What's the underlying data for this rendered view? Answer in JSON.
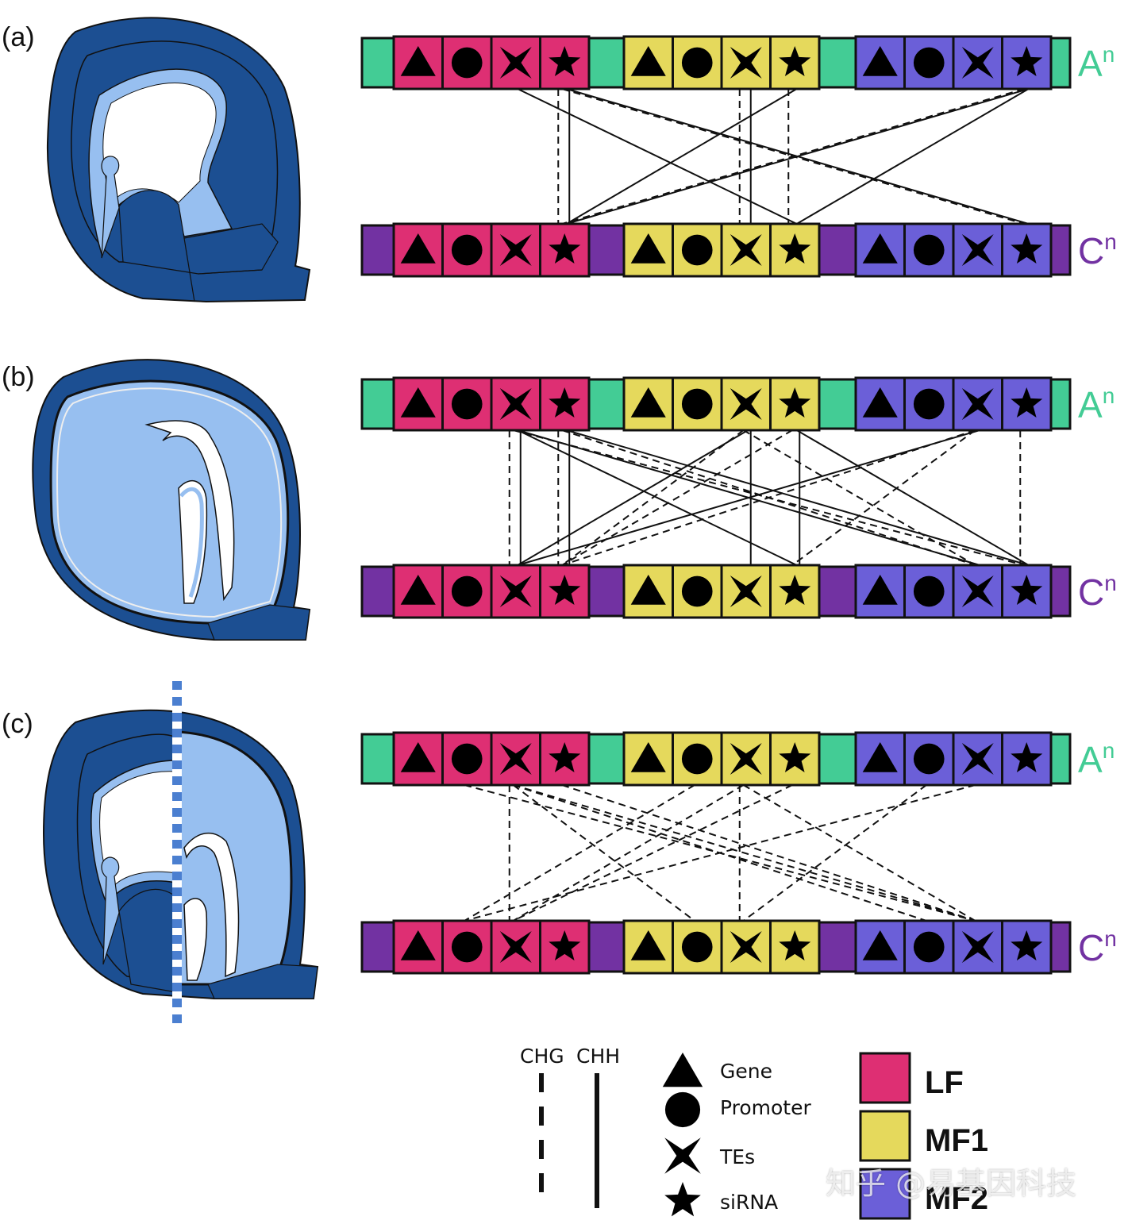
{
  "panels": [
    {
      "label": "(a)",
      "top_genome": "A",
      "bottom_genome": "C",
      "superscript": "n",
      "links": [
        {
          "from_family": "LF",
          "from_feature": "siRNA",
          "to_family": "LF",
          "to_feature": "siRNA",
          "context": "CHG"
        },
        {
          "from_family": "LF",
          "from_feature": "siRNA",
          "to_family": "LF",
          "to_feature": "siRNA",
          "context": "CHH"
        },
        {
          "from_family": "MF1",
          "from_feature": "TEs",
          "to_family": "MF1",
          "to_feature": "TEs",
          "context": "CHG"
        },
        {
          "from_family": "MF1",
          "from_feature": "TEs",
          "to_family": "MF1",
          "to_feature": "TEs",
          "context": "CHH"
        },
        {
          "from_family": "MF1",
          "from_feature": "siRNA",
          "to_family": "MF1",
          "to_feature": "siRNA",
          "context": "CHG"
        },
        {
          "from_family": "LF",
          "from_feature": "TEs",
          "to_family": "MF1",
          "to_feature": "siRNA",
          "context": "CHH"
        },
        {
          "from_family": "LF",
          "from_feature": "siRNA",
          "to_family": "MF2",
          "to_feature": "siRNA",
          "context": "CHH"
        },
        {
          "from_family": "LF",
          "from_feature": "siRNA",
          "to_family": "MF2",
          "to_feature": "siRNA",
          "context": "CHG"
        },
        {
          "from_family": "MF1",
          "from_feature": "siRNA",
          "to_family": "LF",
          "to_feature": "siRNA",
          "context": "CHH"
        },
        {
          "from_family": "MF2",
          "from_feature": "siRNA",
          "to_family": "LF",
          "to_feature": "siRNA",
          "context": "CHH"
        },
        {
          "from_family": "MF2",
          "from_feature": "siRNA",
          "to_family": "LF",
          "to_feature": "siRNA",
          "context": "CHG"
        },
        {
          "from_family": "MF2",
          "from_feature": "siRNA",
          "to_family": "MF1",
          "to_feature": "siRNA",
          "context": "CHH"
        }
      ]
    },
    {
      "label": "(b)",
      "top_genome": "A",
      "bottom_genome": "C",
      "superscript": "n",
      "links": [
        {
          "from_family": "LF",
          "from_feature": "TEs",
          "to_family": "LF",
          "to_feature": "TEs",
          "context": "CHG"
        },
        {
          "from_family": "LF",
          "from_feature": "TEs",
          "to_family": "LF",
          "to_feature": "TEs",
          "context": "CHH"
        },
        {
          "from_family": "LF",
          "from_feature": "siRNA",
          "to_family": "LF",
          "to_feature": "siRNA",
          "context": "CHG"
        },
        {
          "from_family": "LF",
          "from_feature": "siRNA",
          "to_family": "LF",
          "to_feature": "siRNA",
          "context": "CHH"
        },
        {
          "from_family": "MF1",
          "from_feature": "TEs",
          "to_family": "MF1",
          "to_feature": "TEs",
          "context": "CHH"
        },
        {
          "from_family": "MF1",
          "from_feature": "siRNA",
          "to_family": "MF1",
          "to_feature": "siRNA",
          "context": "CHH"
        },
        {
          "from_family": "MF2",
          "from_feature": "siRNA",
          "to_family": "MF2",
          "to_feature": "siRNA",
          "context": "CHG"
        },
        {
          "from_family": "LF",
          "from_feature": "TEs",
          "to_family": "MF1",
          "to_feature": "siRNA",
          "context": "CHH"
        },
        {
          "from_family": "LF",
          "from_feature": "TEs",
          "to_family": "MF2",
          "to_feature": "TEs",
          "context": "CHH"
        },
        {
          "from_family": "LF",
          "from_feature": "TEs",
          "to_family": "MF2",
          "to_feature": "siRNA",
          "context": "CHG"
        },
        {
          "from_family": "LF",
          "from_feature": "siRNA",
          "to_family": "MF2",
          "to_feature": "siRNA",
          "context": "CHH"
        },
        {
          "from_family": "LF",
          "from_feature": "siRNA",
          "to_family": "MF2",
          "to_feature": "TEs",
          "context": "CHG"
        },
        {
          "from_family": "MF1",
          "from_feature": "TEs",
          "to_family": "LF",
          "to_feature": "TEs",
          "context": "CHH"
        },
        {
          "from_family": "MF1",
          "from_feature": "TEs",
          "to_family": "LF",
          "to_feature": "siRNA",
          "context": "CHG"
        },
        {
          "from_family": "MF1",
          "from_feature": "siRNA",
          "to_family": "LF",
          "to_feature": "siRNA",
          "context": "CHG"
        },
        {
          "from_family": "MF1",
          "from_feature": "siRNA",
          "to_family": "MF2",
          "to_feature": "siRNA",
          "context": "CHH"
        },
        {
          "from_family": "MF1",
          "from_feature": "TEs",
          "to_family": "MF2",
          "to_feature": "TEs",
          "context": "CHG"
        },
        {
          "from_family": "MF2",
          "from_feature": "TEs",
          "to_family": "LF",
          "to_feature": "TEs",
          "context": "CHH"
        },
        {
          "from_family": "MF2",
          "from_feature": "TEs",
          "to_family": "LF",
          "to_feature": "siRNA",
          "context": "CHG"
        },
        {
          "from_family": "MF2",
          "from_feature": "TEs",
          "to_family": "MF1",
          "to_feature": "siRNA",
          "context": "CHG"
        }
      ]
    },
    {
      "label": "(c)",
      "top_genome": "A",
      "bottom_genome": "C",
      "superscript": "n",
      "links": [
        {
          "from_family": "LF",
          "from_feature": "TEs",
          "to_family": "LF",
          "to_feature": "TEs",
          "context": "CHG"
        },
        {
          "from_family": "MF1",
          "from_feature": "TEs",
          "to_family": "MF1",
          "to_feature": "TEs",
          "context": "CHG"
        },
        {
          "from_family": "LF",
          "from_feature": "Promoter",
          "to_family": "MF2",
          "to_feature": "TEs",
          "context": "CHG"
        },
        {
          "from_family": "LF",
          "from_feature": "TEs",
          "to_family": "MF2",
          "to_feature": "Promoter",
          "context": "CHG"
        },
        {
          "from_family": "LF",
          "from_feature": "TEs",
          "to_family": "MF2",
          "to_feature": "TEs",
          "context": "CHG"
        },
        {
          "from_family": "LF",
          "from_feature": "siRNA",
          "to_family": "MF2",
          "to_feature": "TEs",
          "context": "CHG"
        },
        {
          "from_family": "LF",
          "from_feature": "TEs",
          "to_family": "MF1",
          "to_feature": "Promoter",
          "context": "CHG"
        },
        {
          "from_family": "MF1",
          "from_feature": "Promoter",
          "to_family": "LF",
          "to_feature": "Promoter",
          "context": "CHG"
        },
        {
          "from_family": "MF1",
          "from_feature": "TEs",
          "to_family": "LF",
          "to_feature": "TEs",
          "context": "CHG"
        },
        {
          "from_family": "MF1",
          "from_feature": "TEs",
          "to_family": "MF2",
          "to_feature": "TEs",
          "context": "CHG"
        },
        {
          "from_family": "MF1",
          "from_feature": "siRNA",
          "to_family": "LF",
          "to_feature": "TEs",
          "context": "CHG"
        },
        {
          "from_family": "MF2",
          "from_feature": "Promoter",
          "to_family": "MF1",
          "to_feature": "TEs",
          "context": "CHG"
        },
        {
          "from_family": "MF2",
          "from_feature": "TEs",
          "to_family": "LF",
          "to_feature": "Promoter",
          "context": "CHG"
        }
      ]
    }
  ],
  "families": [
    {
      "id": "LF",
      "label": "LF",
      "color": "#de2f73"
    },
    {
      "id": "MF1",
      "label": "MF1",
      "color": "#e5d95c"
    },
    {
      "id": "MF2",
      "label": "MF2",
      "color": "#6b5fd8"
    }
  ],
  "features": [
    {
      "id": "Gene",
      "label": "Gene",
      "icon": "triangle-icon"
    },
    {
      "id": "Promoter",
      "label": "Promoter",
      "icon": "circle-icon"
    },
    {
      "id": "TEs",
      "label": "TEs",
      "icon": "cross-icon"
    },
    {
      "id": "siRNA",
      "label": "siRNA",
      "icon": "star-icon"
    }
  ],
  "contexts": [
    {
      "id": "CHG",
      "label": "CHG",
      "style": "dashed"
    },
    {
      "id": "CHH",
      "label": "CHH",
      "style": "solid"
    }
  ],
  "colors": {
    "genome_A": "#43cc95",
    "genome_C": "#7232a2",
    "seed_dark": "#1c4f92",
    "seed_light": "#97bff0",
    "divider": "#4b7fd0"
  },
  "watermark": "知乎 @易基因科技"
}
